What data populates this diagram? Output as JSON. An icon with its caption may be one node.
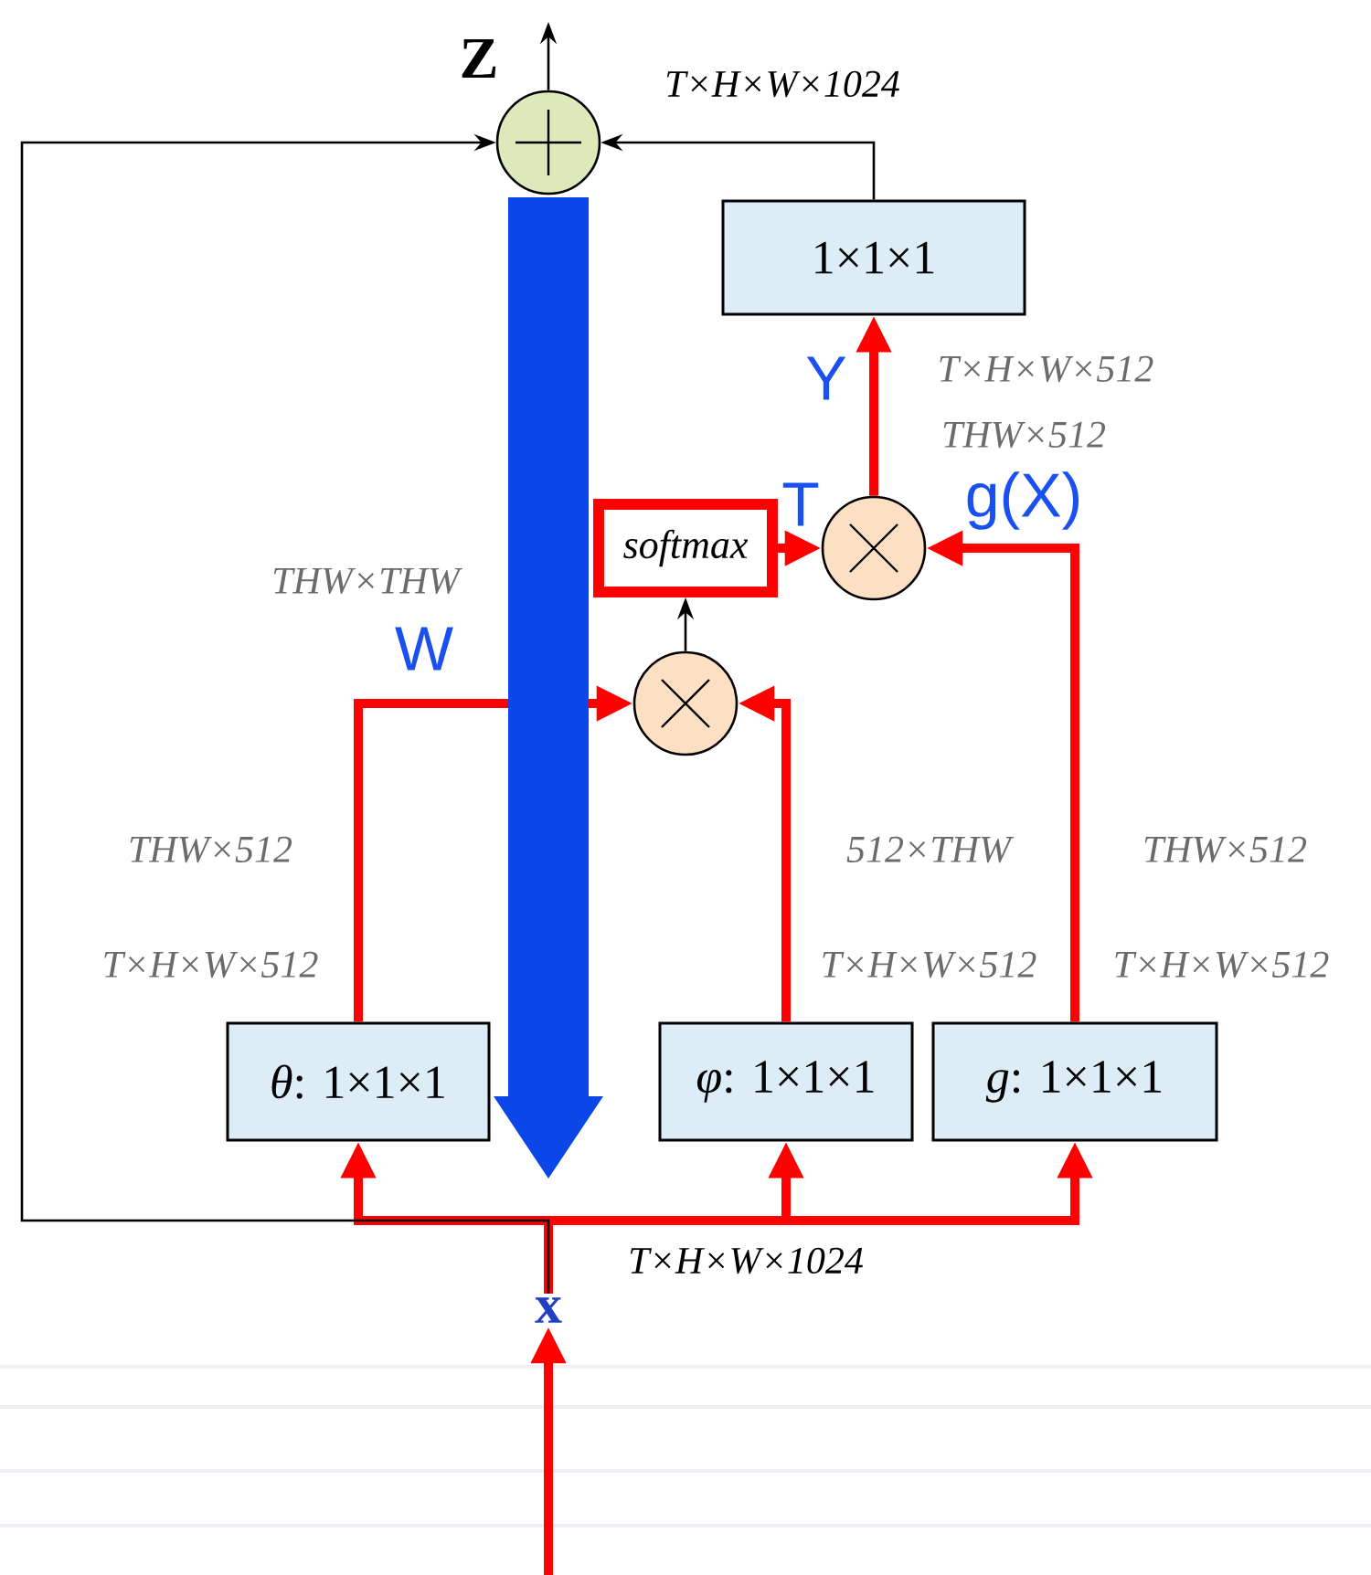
{
  "diagram": {
    "nodes": [
      {
        "text": [],
        "shape": "circle"
      },
      {
        "text": [
          "1×1×1"
        ]
      },
      {
        "text": [
          "softmax"
        ]
      },
      {
        "text": [],
        "shape": "circle"
      },
      {
        "text": [],
        "shape": "circle"
      },
      {
        "text": [
          "*θ*: 1×1×1"
        ]
      },
      {
        "text": [
          "*φ*: 1×1×1"
        ]
      },
      {
        "text": [
          "*g*: 1×1×1"
        ]
      },
      {
        "text": [
          "x"
        ]
      }
    ],
    "edges": [
      {
        "from": 0,
        "to": null,
        "arrow": "to",
        "color": "#000000"
      },
      {
        "from": 1,
        "to": 0,
        "arrow": "to",
        "color": "#000000"
      },
      {
        "from": 3,
        "to": 1,
        "arrow": "to"
      },
      {
        "from": 2,
        "to": 3,
        "arrow": "to"
      },
      {
        "from": 7,
        "to": 3,
        "arrow": "to"
      },
      {
        "from": 4,
        "to": 2,
        "arrow": "to",
        "color": "#000000"
      },
      {
        "from": 5,
        "to": 4,
        "arrow": "to"
      },
      {
        "from": 6,
        "to": 4,
        "arrow": "to"
      },
      {
        "from": 8,
        "to": 5,
        "arrow": "to"
      },
      {
        "from": 8,
        "to": 6,
        "arrow": "to"
      },
      {
        "from": 8,
        "to": 7,
        "arrow": "to"
      },
      {
        "from": 8,
        "to": 0,
        "arrow": "to",
        "color": "#000000"
      },
      {
        "from": null,
        "to": 8,
        "arrow": "to"
      }
    ],
    "labels": [
      "Z",
      "T×H×W×1024",
      "Y",
      "T×H×W×512",
      "T",
      "THW×512",
      "g(X)",
      "THW×THW",
      "W",
      "THW×512",
      "512×THW",
      "THW×512",
      "T×H×W×512",
      "T×H×W×512",
      "T×H×W×512",
      "T×H×W×1024"
    ]
  }
}
